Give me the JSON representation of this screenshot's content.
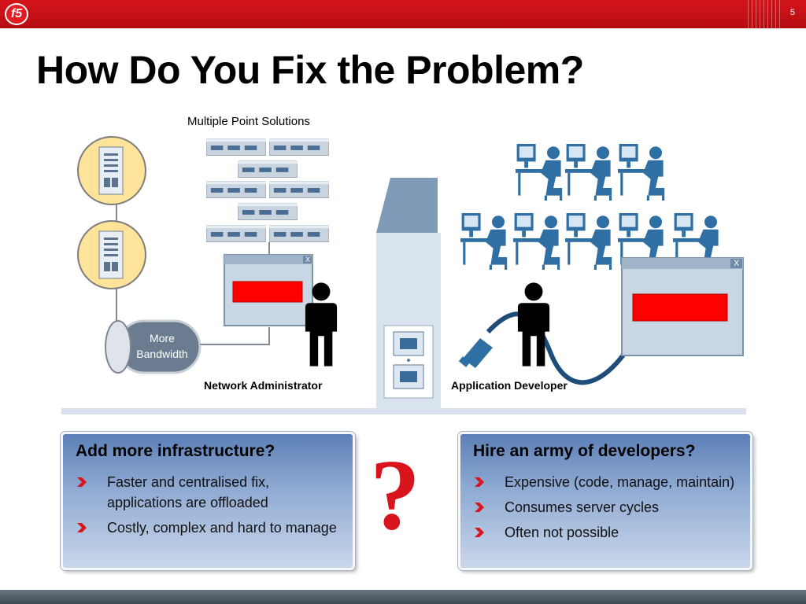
{
  "header": {
    "logo_text": "f5",
    "slide_number": "5"
  },
  "title": "How Do You Fix the Problem?",
  "diagram": {
    "point_solutions_label": "Multiple Point Solutions",
    "bandwidth_label_line1": "More",
    "bandwidth_label_line2": "Bandwidth",
    "network_admin_label": "Network Administrator",
    "app_dev_label": "Application Developer",
    "window_close_glyph": "X"
  },
  "left_box": {
    "heading": "Add more infrastructure?",
    "bullets": [
      "Faster and centralised fix, applications are offloaded",
      "Costly, complex and hard to manage"
    ]
  },
  "right_box": {
    "heading": "Hire an army of developers?",
    "bullets": [
      "Expensive (code, manage, maintain)",
      "Consumes server cycles",
      "Often not possible"
    ]
  },
  "question_mark": "?",
  "colors": {
    "brand_red": "#d4141b",
    "alert_red": "#ff0000",
    "box_blue": "#5b7fb6",
    "icon_blue": "#2f6fa3"
  }
}
